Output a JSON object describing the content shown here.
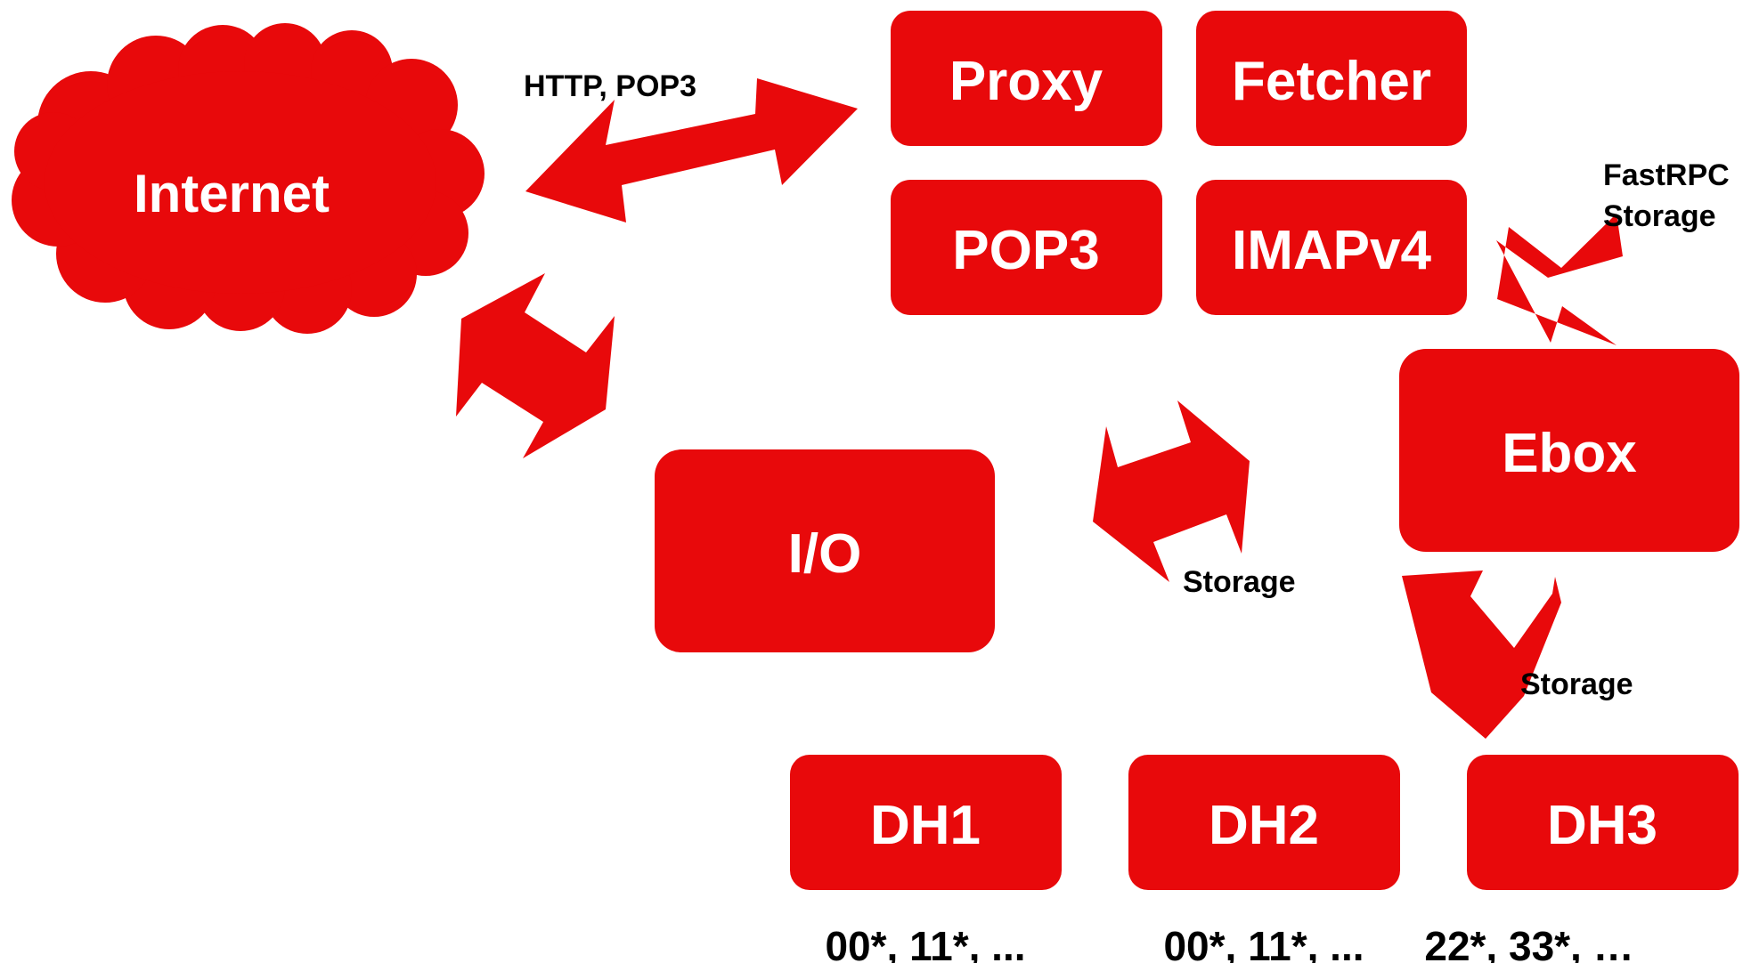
{
  "colors": {
    "primary": "#e8090b",
    "label_on_primary": "#ffffff",
    "edge_label": "#000000",
    "background": "#ffffff"
  },
  "nodes": {
    "internet": "Internet",
    "proxy": "Proxy",
    "fetcher": "Fetcher",
    "pop3": "POP3",
    "imapv4": "IMAPv4",
    "io": "I/O",
    "ebox": "Ebox",
    "dh1": "DH1",
    "dh2": "DH2",
    "dh3": "DH3"
  },
  "edge_labels": {
    "internet_frontends": "HTTP, POP3",
    "frontends_ebox_line1": "FastRPC",
    "frontends_ebox_line2": "Storage",
    "io_ebox": "Storage",
    "ebox_dh": "Storage"
  },
  "partitions": {
    "dh1": "00*, 11*, ...",
    "dh2": "00*, 11*, ...",
    "dh3": "22*, 33*, …"
  }
}
